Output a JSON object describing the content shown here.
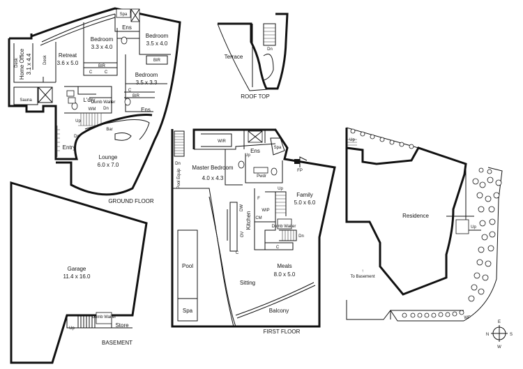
{
  "ground_floor": {
    "caption": "GROUND FLOOR",
    "retreat": {
      "name": "Retreat",
      "size": "3.6 x 5.0"
    },
    "bed1": {
      "name": "Bedroom",
      "size": "3.3 x 4.0"
    },
    "bed2": {
      "name": "Bedroom",
      "size": "3.5 x 4.0"
    },
    "bed3": {
      "name": "Bedroom",
      "size": "3.5 x 3.3"
    },
    "home_office": {
      "name": "Home Office",
      "size": "3.1 x 4.4"
    },
    "lounge": {
      "name": "Lounge",
      "size": "6.0 x 7.0"
    },
    "labels": {
      "spa": "Spa",
      "ens1": "Ens",
      "ens2": "Ens",
      "bir1": "BIR",
      "bir2": "BIR",
      "bir3": "BIR",
      "c": "C",
      "desk": "Desk",
      "sauna": "Sauna",
      "ldry": "L'dry",
      "dumb_waiter": "Dumb Waiter",
      "wm": "WM",
      "dn": "Dn",
      "up": "Up",
      "bar": "Bar",
      "entry": "Entry"
    }
  },
  "roof_top": {
    "caption": "ROOF TOP",
    "terrace": "Terrace",
    "dn": "Dn"
  },
  "first_floor": {
    "caption": "FIRST FLOOR",
    "master": {
      "name": "Master Bedroom",
      "size": "4.0 x 4.3"
    },
    "family": {
      "name": "Family",
      "size": "5.0 x 6.0"
    },
    "meals": {
      "name": "Meals",
      "size": "8.0 x 5.0"
    },
    "labels": {
      "wir": "WIR",
      "ens": "Ens",
      "spa": "Spa",
      "pwdr": "Pwdr",
      "fp": "FP",
      "pool_equip": "Pool Equip",
      "kitchen": "Kitchen",
      "dw": "DW",
      "ov": "OV",
      "cm": "CM",
      "wip": "WIP",
      "f": "F",
      "c": "C",
      "pool": "Pool",
      "spa2": "Spa",
      "sitting": "Sitting",
      "balcony": "Balcony",
      "dumb_waiter": "Dumb Waiter",
      "up": "Up",
      "dn": "Dn"
    }
  },
  "basement": {
    "caption": "BASEMENT",
    "garage": {
      "name": "Garage",
      "size": "11.4 x 16.0"
    },
    "store": "Store",
    "dumb_waiter": "Dumb Waiter",
    "up": "Up"
  },
  "site": {
    "residence": "Residence",
    "to_basement": "To Basement",
    "up": "Up",
    "wf": "WF"
  },
  "compass": {
    "n": "N",
    "e": "E",
    "s": "S",
    "w": "W"
  }
}
